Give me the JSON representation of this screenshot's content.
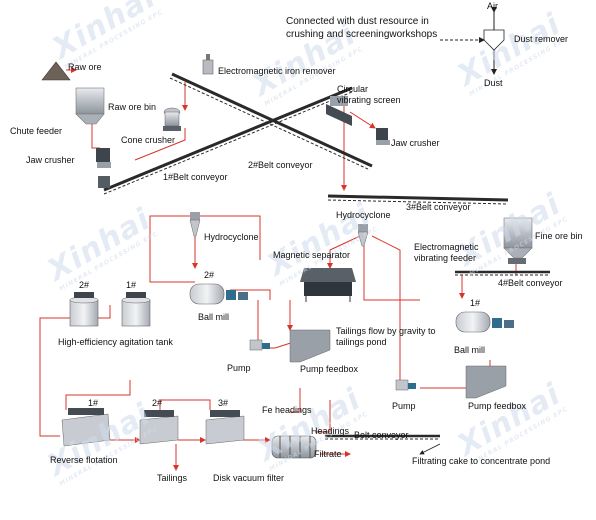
{
  "watermark": {
    "brand": "Xinhai",
    "tagline": "MINERAL PROCESSING EPC"
  },
  "header": {
    "note_line1": "Connected with dust resource in",
    "note_line2": "crushing and screeningworkshops",
    "air": "Air",
    "dust_remover": "Dust remover",
    "dust": "Dust"
  },
  "labels": {
    "raw_ore": "Raw ore",
    "raw_ore_bin": "Raw ore bin",
    "chute_feeder": "Chute feeder",
    "jaw_crusher_1": "Jaw crusher",
    "em_iron_remover": "Electromagnetic iron remover",
    "cone_crusher": "Cone crusher",
    "circular_screen_1": "Circular",
    "circular_screen_2": "vibrating screen",
    "jaw_crusher_2": "Jaw crusher",
    "belt_conveyor_1": "1#Belt conveyor",
    "belt_conveyor_2": "2#Belt conveyor",
    "belt_conveyor_3": "3#Belt conveyor",
    "belt_conveyor_4": "4#Belt conveyor",
    "hydrocyclone_1": "Hydrocyclone",
    "hydrocyclone_2": "Hydrocyclone",
    "fine_ore_bin": "Fine ore bin",
    "em_feeder_1": "Electromagnetic",
    "em_feeder_2": "vibrating feeder",
    "magnetic_separator": "Magnetic separator",
    "ball_mill_2_no": "2#",
    "ball_mill_2": "Ball mill",
    "ball_mill_1_no": "1#",
    "ball_mill_1": "Ball mill",
    "tank_2_no": "2#",
    "tank_1_no": "1#",
    "agitation_tank": "High-efficiency agitation tank",
    "tailings_flow_1": "Tailings flow by gravity to",
    "tailings_flow_2": "tailings pond",
    "pump_1": "Pump",
    "pump_feedbox_1": "Pump feedbox",
    "pump_2": "Pump",
    "pump_feedbox_2": "Pump feedbox",
    "flot_1_no": "1#",
    "flot_2_no": "2#",
    "flot_3_no": "3#",
    "reverse_flotation": "Reverse flotation",
    "tailings": "Tailings",
    "fe_headings": "Fe headings",
    "headings": "Headings",
    "belt_conveyor": "Belt conveyor",
    "filtrate": "Filtrate",
    "filtrating_cake": "Filtrating cake to concentrate pond",
    "disk_filter": "Disk vacuum filter"
  },
  "colors": {
    "flow": "#d9342b",
    "equipment": "#9aa0a8",
    "equipment_dark": "#4a4f57",
    "conveyor": "#2a2a2a",
    "watermark": "#cfdcec"
  }
}
